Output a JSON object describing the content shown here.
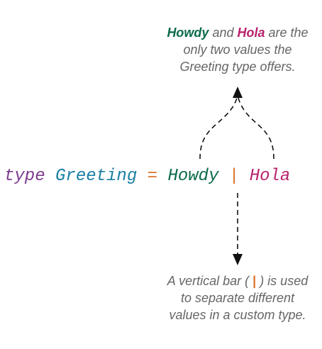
{
  "colors": {
    "type_keyword": "#7d3c8f",
    "type_name": "#1a7fa3",
    "equals": "#d9732b",
    "howdy": "#0b6b4a",
    "bar": "#d9732b",
    "hola": "#b8226c",
    "note_text": "#666666",
    "arrow": "#111111"
  },
  "code": {
    "keyword": "type",
    "type_name": "Greeting",
    "equals": "=",
    "value1": "Howdy",
    "separator": "|",
    "value2": "Hola"
  },
  "top_note": {
    "value1": "Howdy",
    "connector": " and ",
    "value2": "Hola",
    "line1_rest": " are the",
    "line2": "only two values the",
    "line3": "Greeting type offers."
  },
  "bottom_note": {
    "line1_before": "A vertical bar ( ",
    "bar": "|",
    "line1_after": " ) is used",
    "line2": "to separate different",
    "line3": "values in a custom type."
  }
}
